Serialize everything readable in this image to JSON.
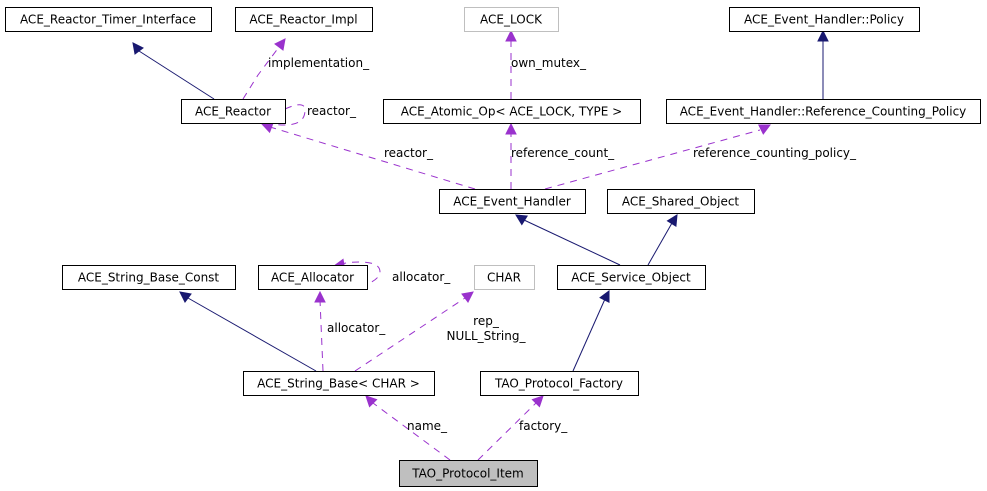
{
  "title": "TAO_Protocol_Item collaboration diagram",
  "colors": {
    "inheritance_edge": "#191970",
    "usage_edge": "#9a32cd",
    "node_border": "#000000",
    "template_node_border": "#bfbfbf",
    "focus_node_fill": "#bfbfbf"
  },
  "nodes": [
    {
      "id": "reactor_timer_interface",
      "label": "ACE_Reactor_Timer_Interface"
    },
    {
      "id": "reactor_impl",
      "label": "ACE_Reactor_Impl"
    },
    {
      "id": "ace_lock",
      "label": "ACE_LOCK",
      "style": "template"
    },
    {
      "id": "eh_policy",
      "label": "ACE_Event_Handler::Policy"
    },
    {
      "id": "reactor",
      "label": "ACE_Reactor"
    },
    {
      "id": "atomic_op",
      "label": "ACE_Atomic_Op< ACE_LOCK, TYPE >"
    },
    {
      "id": "eh_refcount_policy",
      "label": "ACE_Event_Handler::Reference_Counting_Policy"
    },
    {
      "id": "event_handler",
      "label": "ACE_Event_Handler"
    },
    {
      "id": "shared_object",
      "label": "ACE_Shared_Object"
    },
    {
      "id": "string_base_const",
      "label": "ACE_String_Base_Const"
    },
    {
      "id": "allocator",
      "label": "ACE_Allocator"
    },
    {
      "id": "char",
      "label": "CHAR",
      "style": "template"
    },
    {
      "id": "service_object",
      "label": "ACE_Service_Object"
    },
    {
      "id": "string_base",
      "label": "ACE_String_Base< CHAR >"
    },
    {
      "id": "protocol_factory",
      "label": "TAO_Protocol_Factory"
    },
    {
      "id": "protocol_item",
      "label": "TAO_Protocol_Item",
      "style": "focus"
    }
  ],
  "edges": [
    {
      "from": "reactor",
      "to": "reactor_timer_interface",
      "type": "inheritance",
      "label": ""
    },
    {
      "from": "reactor",
      "to": "reactor_impl",
      "type": "usage",
      "label": "implementation_"
    },
    {
      "from": "reactor",
      "to": "reactor",
      "type": "usage",
      "label": "reactor_"
    },
    {
      "from": "atomic_op",
      "to": "ace_lock",
      "type": "usage",
      "label": "own_mutex_"
    },
    {
      "from": "eh_refcount_policy",
      "to": "eh_policy",
      "type": "inheritance",
      "label": ""
    },
    {
      "from": "event_handler",
      "to": "reactor",
      "type": "usage",
      "label": "reactor_"
    },
    {
      "from": "event_handler",
      "to": "atomic_op",
      "type": "usage",
      "label": "reference_count_"
    },
    {
      "from": "event_handler",
      "to": "eh_refcount_policy",
      "type": "usage",
      "label": "reference_counting_policy_"
    },
    {
      "from": "service_object",
      "to": "event_handler",
      "type": "inheritance",
      "label": ""
    },
    {
      "from": "service_object",
      "to": "shared_object",
      "type": "inheritance",
      "label": ""
    },
    {
      "from": "allocator",
      "to": "allocator",
      "type": "usage",
      "label": "allocator_"
    },
    {
      "from": "string_base",
      "to": "string_base_const",
      "type": "inheritance",
      "label": ""
    },
    {
      "from": "string_base",
      "to": "allocator",
      "type": "usage",
      "label": "allocator_"
    },
    {
      "from": "string_base",
      "to": "char",
      "type": "usage",
      "label": "rep_\nNULL_String_"
    },
    {
      "from": "protocol_factory",
      "to": "service_object",
      "type": "inheritance",
      "label": ""
    },
    {
      "from": "protocol_item",
      "to": "string_base",
      "type": "usage",
      "label": "name_"
    },
    {
      "from": "protocol_item",
      "to": "protocol_factory",
      "type": "usage",
      "label": "factory_"
    }
  ]
}
